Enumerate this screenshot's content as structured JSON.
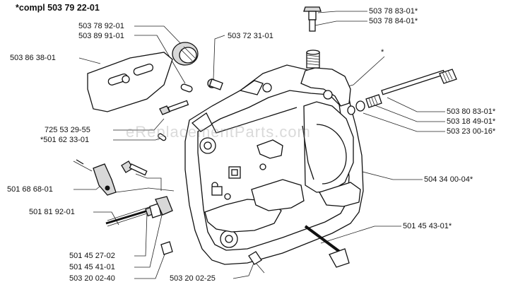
{
  "title": "*compl 503 79 22-01",
  "watermark": "eReplacementParts.com",
  "parts": {
    "p1": "503 78 92-01",
    "p2": "503 89 91-01",
    "p3": "503 72 31-01",
    "p4": "503 86 38-01",
    "p5": "503 78 83-01*",
    "p6": "503 78 84-01*",
    "p7": "*",
    "p8": "503 80 83-01*",
    "p9": "503 18 49-01*",
    "p10": "503 23 00-16*",
    "p11": "725 53 29-55",
    "p12": "*501 62 33-01",
    "p13": "504 34 00-04*",
    "p14": "501 68 68-01",
    "p15": "501 81 92-01",
    "p16": "501 45 43-01*",
    "p17": "501 45 27-02",
    "p18": "501 45 41-01",
    "p19": "503 20 02-40",
    "p20": "503 20 02-25"
  }
}
